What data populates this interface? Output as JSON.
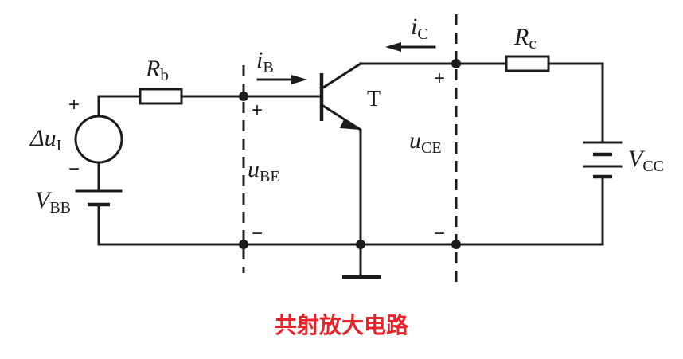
{
  "caption": {
    "text": "共射放大电路",
    "color": "#e8232a"
  },
  "labels": {
    "rb": {
      "main": "R",
      "sub": "b"
    },
    "rc": {
      "main": "R",
      "sub": "c"
    },
    "ib": {
      "main": "i",
      "sub": "B"
    },
    "ic": {
      "main": "i",
      "sub": "C"
    },
    "t": "T",
    "dui": {
      "main": "Δu",
      "sub": "I"
    },
    "vbb": {
      "main": "V",
      "sub": "BB"
    },
    "vcc": {
      "main": "V",
      "sub": "CC"
    },
    "ube": {
      "main": "u",
      "sub": "BE"
    },
    "uce": {
      "main": "u",
      "sub": "CE"
    }
  },
  "polarity": {
    "dui_plus": "+",
    "dui_minus": "−",
    "ube_plus": "+",
    "ube_minus": "−",
    "uce_plus": "+",
    "uce_minus": "−"
  },
  "colors": {
    "line": "#1c1c1c",
    "background": "#ffffff"
  }
}
